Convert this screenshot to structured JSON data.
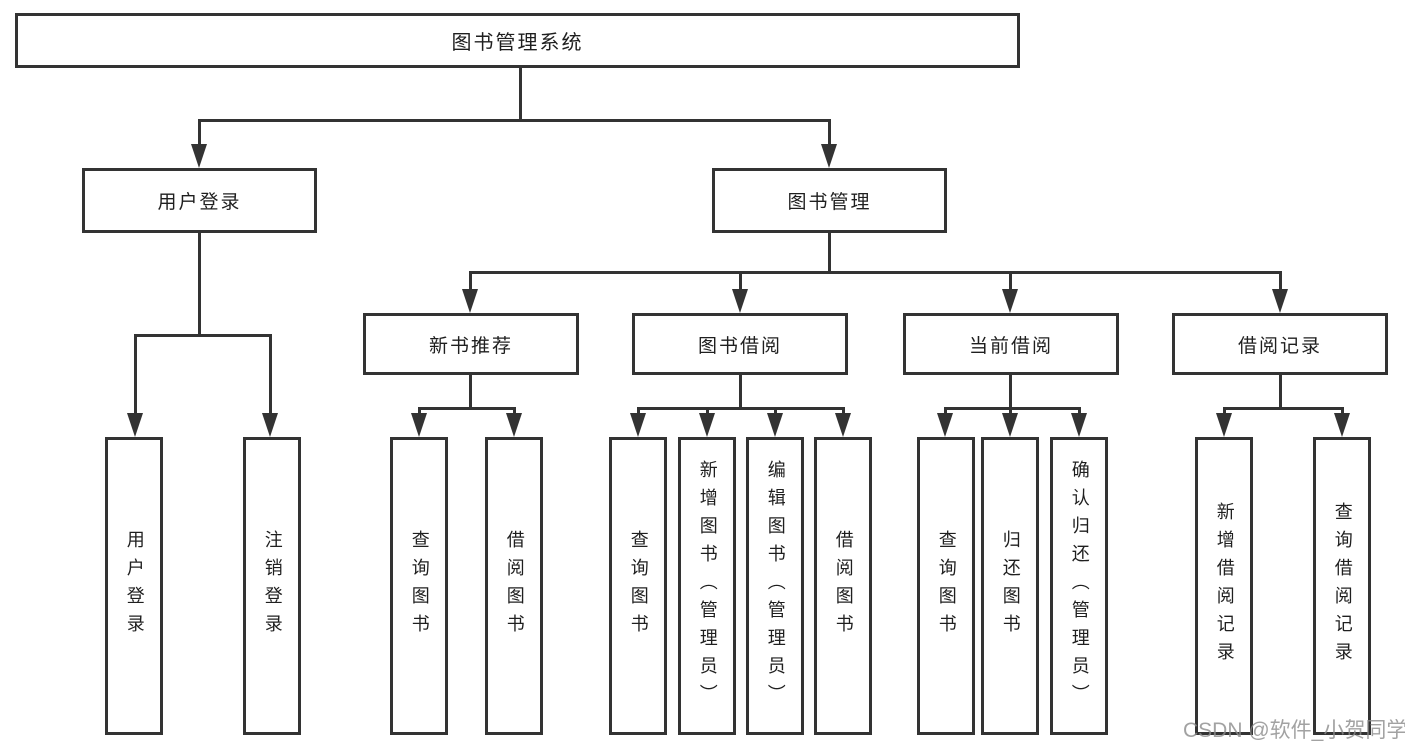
{
  "diagram": {
    "root": {
      "label": "图书管理系统"
    },
    "branches": [
      {
        "label": "用户登录",
        "children": [
          {
            "label": "用户登录"
          },
          {
            "label": "注销登录"
          }
        ]
      },
      {
        "label": "图书管理",
        "children": [
          {
            "label": "新书推荐",
            "children": [
              {
                "label": "查询图书"
              },
              {
                "label": "借阅图书"
              }
            ]
          },
          {
            "label": "图书借阅",
            "children": [
              {
                "label": "查询图书"
              },
              {
                "label": "新增图书（管理员）"
              },
              {
                "label": "编辑图书（管理员）"
              },
              {
                "label": "借阅图书"
              }
            ]
          },
          {
            "label": "当前借阅",
            "children": [
              {
                "label": "查询图书"
              },
              {
                "label": "归还图书"
              },
              {
                "label": "确认归还（管理员）"
              }
            ]
          },
          {
            "label": "借阅记录",
            "children": [
              {
                "label": "新增借阅记录"
              },
              {
                "label": "查询借阅记录"
              }
            ]
          }
        ]
      }
    ],
    "watermark": "CSDN @软件_小贺同学",
    "colors": {
      "line": "#333333",
      "text": "#1f1f1f",
      "watermark": "#8c8c8c",
      "background": "#ffffff"
    }
  }
}
